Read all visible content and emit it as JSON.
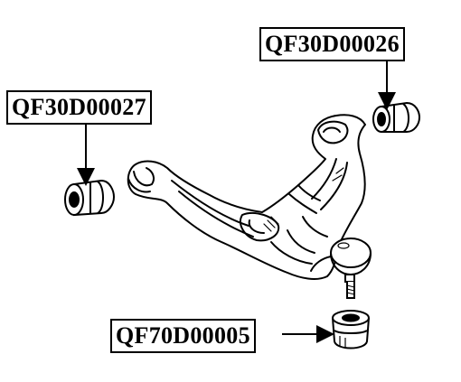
{
  "labels": {
    "top_right_part_number": "QF30D00026",
    "left_part_number": "QF30D00027",
    "bottom_part_number": "QF70D00005"
  },
  "colors": {
    "line": "#000000",
    "background": "#ffffff"
  }
}
